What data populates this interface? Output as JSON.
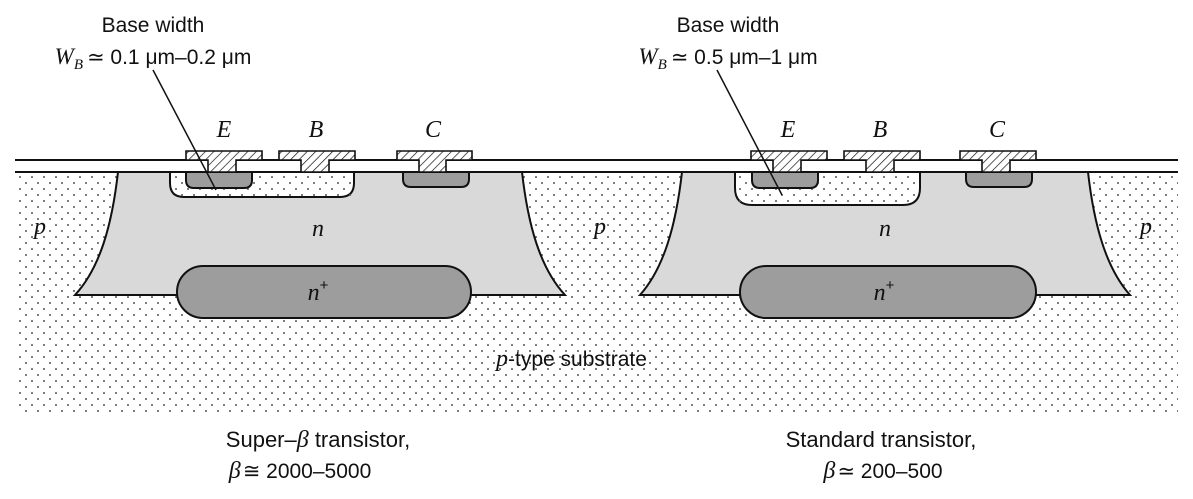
{
  "left_transistor": {
    "base_width_title": "Base width",
    "base_width_symbol": "W",
    "base_width_subscript": "B",
    "base_width_value": "≃ 0.1 μm–0.2 μm",
    "terminal_e": "E",
    "terminal_b": "B",
    "terminal_c": "C",
    "region_n": "n",
    "region_nplus": "n",
    "region_nplus_sup": "+",
    "caption_name_prefix": "Super–",
    "caption_name_beta": "β",
    "caption_name_suffix": " transistor,",
    "caption_beta_symbol": "β",
    "caption_beta_value": "≅ 2000–5000"
  },
  "right_transistor": {
    "base_width_title": "Base width",
    "base_width_symbol": "W",
    "base_width_subscript": "B",
    "base_width_value": "≃ 0.5 μm–1 μm",
    "terminal_e": "E",
    "terminal_b": "B",
    "terminal_c": "C",
    "region_n": "n",
    "region_nplus": "n",
    "region_nplus_sup": "+",
    "caption_name": "Standard transistor,",
    "caption_beta_symbol": "β",
    "caption_beta_value": "≃ 200–500"
  },
  "substrate": {
    "p_left": "p",
    "p_middle": "p",
    "p_right": "p",
    "type_symbol": "p",
    "type_label": "-type substrate"
  },
  "colors": {
    "n_region": "#d9d9d9",
    "nplus_region": "#9d9d9d",
    "emitter_region": "#9d9d9d",
    "outline": "#111111",
    "substrate_dots": "#555555"
  }
}
